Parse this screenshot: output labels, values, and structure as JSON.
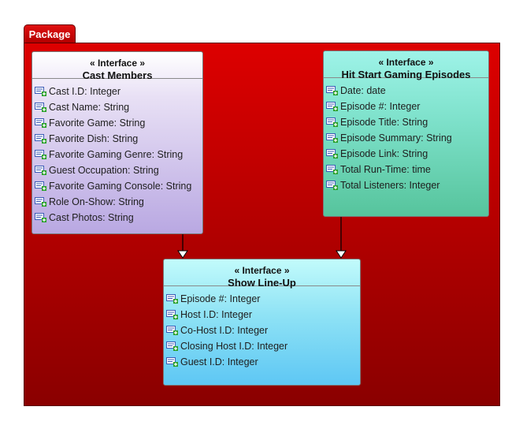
{
  "package": {
    "label": "Package"
  },
  "interfaces": {
    "cast_members": {
      "stereotype": "« Interface »",
      "name": "Cast Members",
      "attributes": [
        "Cast I.D: Integer",
        "Cast Name: String",
        "Favorite Game: String",
        "Favorite Dish: String",
        "Favorite Gaming Genre: String",
        "Guest Occupation: String",
        "Favorite Gaming Console: String",
        "Role On-Show: String",
        "Cast Photos: String"
      ]
    },
    "hit_start": {
      "stereotype": "« Interface »",
      "name": "Hit Start Gaming Episodes",
      "attributes": [
        "Date: date",
        "Episode #: Integer",
        "Episode Title: String",
        "Episode Summary: String",
        "Episode Link: String",
        "Total Run-Time: time",
        "Total Listeners: Integer"
      ]
    },
    "show_lineup": {
      "stereotype": "« Interface »",
      "name": "Show Line-Up",
      "attributes": [
        "Episode #: Integer",
        "Host I.D: Integer",
        "Co-Host I.D: Integer",
        "Closing Host I.D: Integer",
        "Guest I.D: Integer"
      ]
    }
  },
  "colors": {
    "package_fill": "#c40000",
    "cast_members_fill": "#b9a8e2",
    "hit_start_fill": "#6fd6b8",
    "show_lineup_fill": "#7fd7f5"
  },
  "icons": {
    "attribute": "attribute-plus-icon"
  }
}
